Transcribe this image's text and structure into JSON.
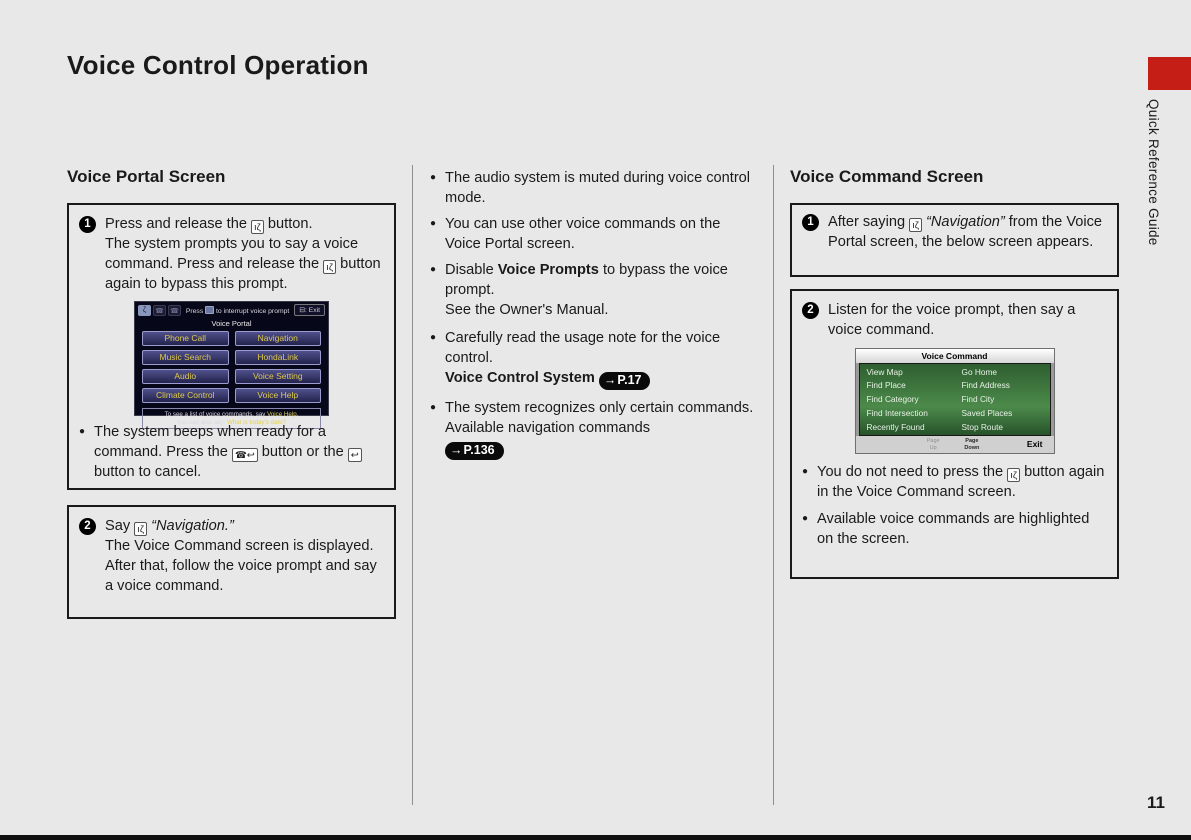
{
  "page": {
    "title": "Voice Control Operation",
    "page_number": "11",
    "sidebar_label": "Quick Reference Guide"
  },
  "colors": {
    "background": "#e8e8e8",
    "tab_red": "#c41e17",
    "portal_button_text": "#ddc94f",
    "portal_button_bg": "#34346a",
    "command_screen_green": "#3f7a3f",
    "ref_pill_bg": "#0a0a0a"
  },
  "icons": {
    "talk_glyph": "ıζ",
    "hangup_back_glyph": "☎↩",
    "back_glyph": "↩",
    "ref_arrow": "→",
    "bullet": "●",
    "exit_glyph": "⊟",
    "status_talk_glyph": "ζ",
    "status_phone_glyph": "☎"
  },
  "left": {
    "heading": "Voice Portal Screen",
    "step1": {
      "num": "1",
      "t1": "Press and release the ",
      "t2": " button.",
      "t3": "The system prompts you to say a voice command. Press and release the ",
      "t4": " button again to bypass this prompt."
    },
    "beep_bullet": {
      "t1": "The system beeps when ready for a command. Press the ",
      "t2": " button or the ",
      "t3": " button to cancel."
    },
    "step2": {
      "num": "2",
      "t1": "Say ",
      "quote": "“Navigation.”",
      "l2": "The Voice Command screen is displayed.",
      "l3": "After that, follow the voice prompt and say a voice command."
    }
  },
  "middle": {
    "b1": "The audio system is muted during voice control mode.",
    "b2": "You can use other voice commands on the Voice Portal screen.",
    "b3a": "Disable ",
    "b3b": "Voice Prompts",
    "b3c": " to bypass the voice prompt.",
    "b3d": "See the Owner's Manual.",
    "b4a": "Carefully read the usage note for the voice control.",
    "b4b": "Voice Control System",
    "b4_ref": "P.17",
    "b5a": "The system recognizes only certain commands.",
    "b5b": "Available navigation commands",
    "b5_ref": "P.136"
  },
  "right": {
    "heading": "Voice Command Screen",
    "step1": {
      "num": "1",
      "t1": "After saying ",
      "quote": "“Navigation”",
      "t2": " from the Voice Portal screen, the below screen appears."
    },
    "step2": {
      "num": "2",
      "t1": "Listen for the voice prompt, then say a voice command."
    },
    "bullet1": {
      "t1": "You do not need to press the ",
      "t2": " button again in the Voice Command screen."
    },
    "bullet2": "Available voice commands are highlighted on the screen."
  },
  "portal_screen": {
    "statusbar": {
      "prompt_pre": "Press ",
      "prompt_post": " to interrupt voice prompt",
      "exit_label": ": Exit"
    },
    "title": "Voice Portal",
    "buttons": [
      [
        "Phone Call",
        "Navigation"
      ],
      [
        "Music Search",
        "HondaLink"
      ],
      [
        "Audio",
        "Voice Setting"
      ],
      [
        "Climate Control",
        "Voice Help"
      ]
    ],
    "note1a": "To see a list of voice commands, say ",
    "note1b": "Voice Help.",
    "note2a": "You can also say: ",
    "note2b": "What is today's date?"
  },
  "command_screen": {
    "title": "Voice Command",
    "left_commands": [
      "View Map",
      "Find Place",
      "Find Category",
      "Find Intersection",
      "Recently Found"
    ],
    "right_commands": [
      "Go Home",
      "Find Address",
      "Find City",
      "Saved Places",
      "Stop Route"
    ],
    "page_up_1": "Page",
    "page_up_2": "Up",
    "page_down_1": "Page",
    "page_down_2": "Down",
    "exit": "Exit"
  }
}
